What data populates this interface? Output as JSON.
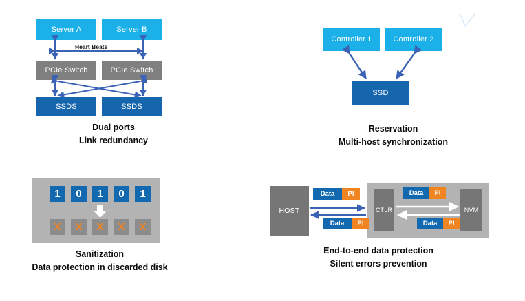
{
  "figure": {
    "panels": [
      {
        "id": "dual-ports",
        "nodes": {
          "server_a": "Server A",
          "server_b": "Server B",
          "switch_left": "PCIe Switch",
          "switch_right": "PCIe Switch",
          "ssds_left": "SSDS",
          "ssds_right": "SSDS"
        },
        "edge_label": "Heart Beats",
        "caption_line1": "Dual ports",
        "caption_line2": "Link redundancy"
      },
      {
        "id": "reservation",
        "nodes": {
          "controller_1": "Controller 1",
          "controller_2": "Controller 2",
          "ssd": "SSD"
        },
        "caption_line1": "Reservation",
        "caption_line2": "Multi-host synchronization"
      },
      {
        "id": "sanitization",
        "bits": [
          "1",
          "0",
          "1",
          "0",
          "1"
        ],
        "erased": [
          "X",
          "X",
          "X",
          "X",
          "X"
        ],
        "caption_line1": "Sanitization",
        "caption_line2": "Data protection in discarded disk"
      },
      {
        "id": "end-to-end",
        "nodes": {
          "host": "HOST",
          "ctlr": "CTLR",
          "nvm": "NVM"
        },
        "pills": [
          {
            "data": "Data",
            "pi": "PI"
          },
          {
            "data": "Data",
            "pi": "PI"
          },
          {
            "data": "Data",
            "pi": "PI"
          },
          {
            "data": "Data",
            "pi": "PI"
          }
        ],
        "caption_line1": "End-to-end data protection",
        "caption_line2": "Silent errors prevention"
      }
    ],
    "colors": {
      "cyan": "#1cb0e8",
      "dark_blue": "#1666ad",
      "gray": "#808080",
      "light_gray_panel": "#b3b3b3",
      "mid_gray": "#767676",
      "orange": "#ef8421",
      "arrow_blue": "#3a62b5",
      "arrow_white": "#ffffff",
      "text_dark": "#0d0d0d"
    }
  }
}
